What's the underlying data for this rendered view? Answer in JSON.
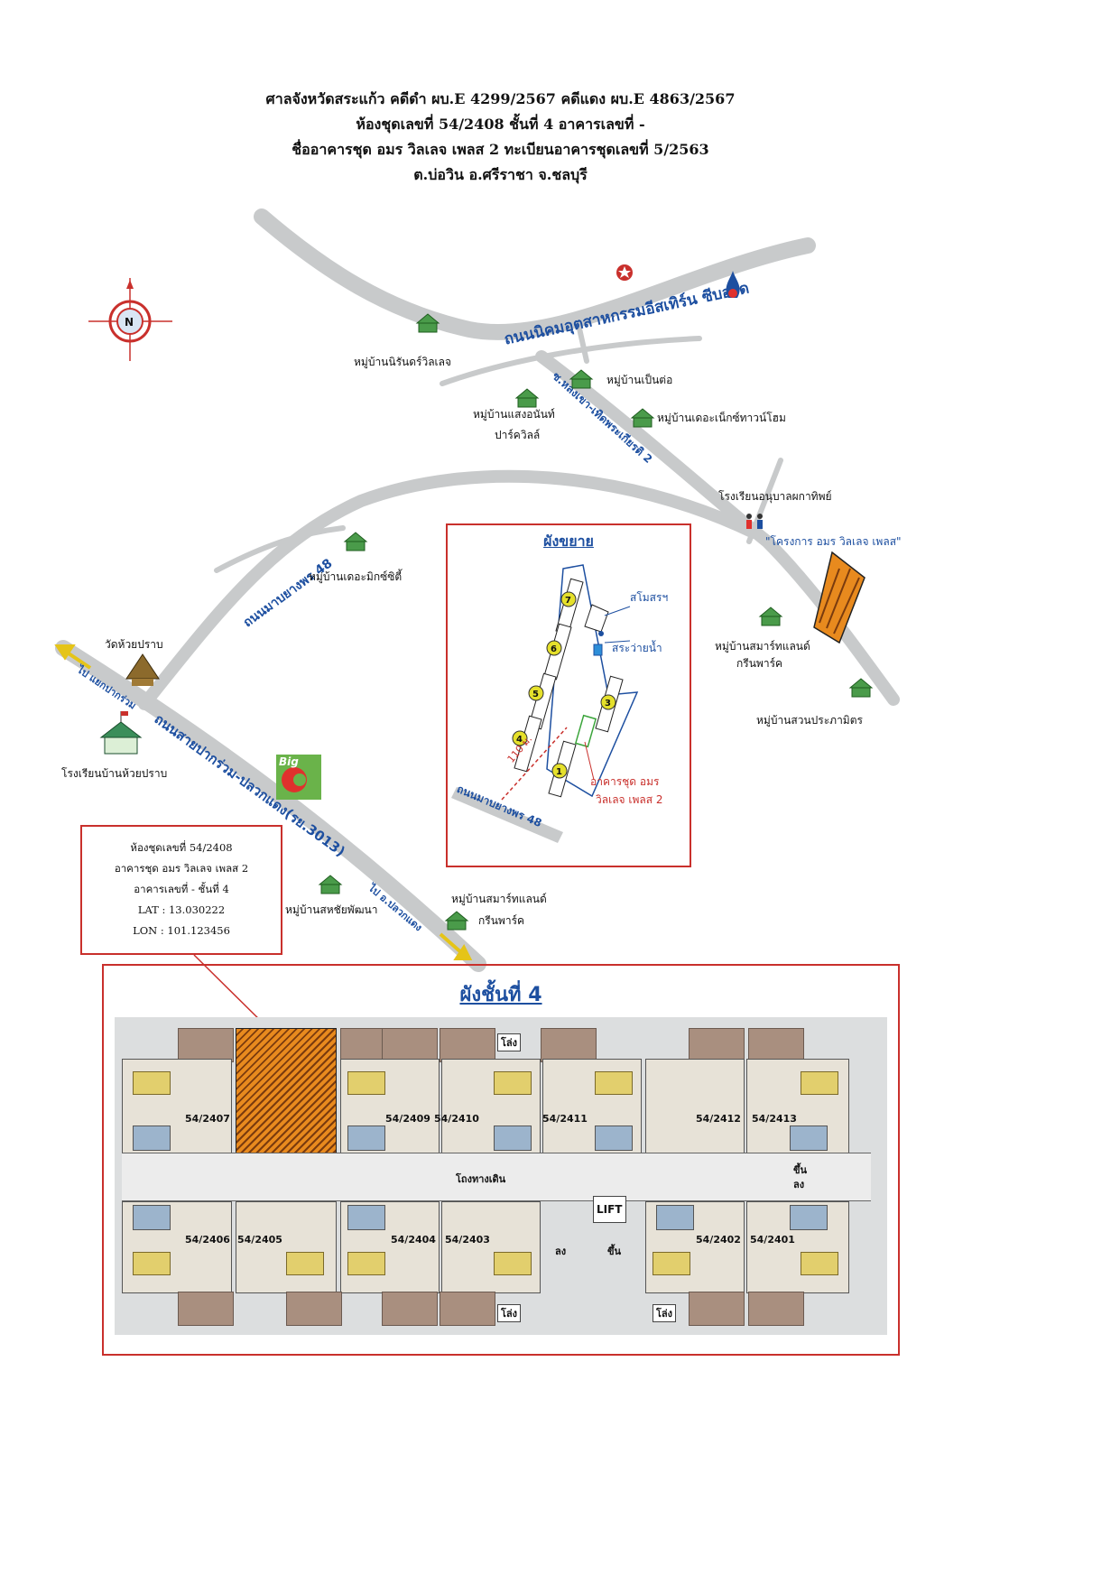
{
  "header": {
    "line1": "ศาลจังหวัดสระแก้ว  คดีดำ ผบ.E 4299/2567  คดีแดง ผบ.E 4863/2567",
    "line2": "ห้องชุดเลขที่ 54/2408  ชั้นที่ 4  อาคารเลขที่ -",
    "line3": "ชื่ออาคารชุด อมร วิลเลจ เพลส 2  ทะเบียนอาคารชุดเลขที่ 5/2563",
    "line4": "ต.บ่อวิน  อ.ศรีราชา  จ.ชลบุรี"
  },
  "compass": {
    "letter": "N"
  },
  "roads": {
    "eastern_seaboard": "ถนนนิคมอุตสาหกรรมอีสเทิร์น ซีบอร์ด",
    "lang_khao": "ซ.หลังเขา-เทิดพระเกียรติ 2",
    "mabyangporn": "ถนนมาบยางพร 48",
    "pluak_daeng": "ถนนสายปากร่วม-ปลวกแดง(รย.3013)",
    "to_pluak_daeng": "ไป อ.ปลวกแดง",
    "to_pak_ruam": "ไป แยกปากร่วม"
  },
  "places": {
    "nirun": "หมู่บ้านนิรันดร์วิลเลจ",
    "pendor": "หมู่บ้านเป็นต่อ",
    "saengnan_1": "หมู่บ้านแสงอนันท์",
    "saengnan_2": "ปาร์ควิลล์",
    "next_town": "หมู่บ้านเดอะเน็กซ์ทาวน์โฮม",
    "kindergarten": "โรงเรียนอนุบาลผกาทิพย์",
    "project": "\"โครงการ อมร วิลเลจ เพลส\"",
    "mix_city": "หมู่บ้านเดอะมิกซ์ซิตี้",
    "wat": "วัดห้วยปราบ",
    "school": "โรงเรียนบ้านห้วยปราบ",
    "smart_1a": "หมู่บ้านสมาร์ทแลนด์",
    "smart_1b": "กรีนพาร์ค",
    "suan": "หมู่บ้านสวนประภามิตร",
    "sahachai": "หมู่บ้านสหชัยพัฒนา",
    "smart_2a": "หมู่บ้านสมาร์ทแลนด์",
    "smart_2b": "กรีนพาร์ค",
    "bigc": "Big"
  },
  "info": {
    "l1": "ห้องชุดเลขที่ 54/2408",
    "l2": "อาคารชุด อมร วิลเลจ เพลส 2",
    "l3": "อาคารเลขที่ - ชั้นที่ 4",
    "l4": "LAT : 13.030222",
    "l5": "LON : 101.123456"
  },
  "inset": {
    "title": "ผังขยาย",
    "clubhouse": "สโมสรฯ",
    "pool": "สระว่ายน้ำ",
    "distance": "110 ม.",
    "target_1": "อาคารชุด อมร",
    "target_2": "วิลเลจ เพลส 2",
    "road": "ถนนมาบยางพร 48",
    "buildings": [
      "7",
      "6",
      "5",
      "4",
      "3",
      "1"
    ]
  },
  "floor": {
    "title": "ผังชั้นที่ 4",
    "corridor": "โถงทางเดิน",
    "lift": "LIFT",
    "stairs": "โล่ง",
    "down": "ลง",
    "up": "ขึ้น",
    "top_units": [
      "54/2407",
      "54/2409",
      "54/2410",
      "54/2411",
      "54/2412",
      "54/2413"
    ],
    "bottom_units": [
      "54/2406",
      "54/2405",
      "54/2404",
      "54/2403",
      "54/2402",
      "54/2401"
    ]
  },
  "colors": {
    "road": "#c8cacb",
    "frame": "#c9302c",
    "label_blue": "#1d4fa0",
    "highlight": "#e88a1e"
  }
}
